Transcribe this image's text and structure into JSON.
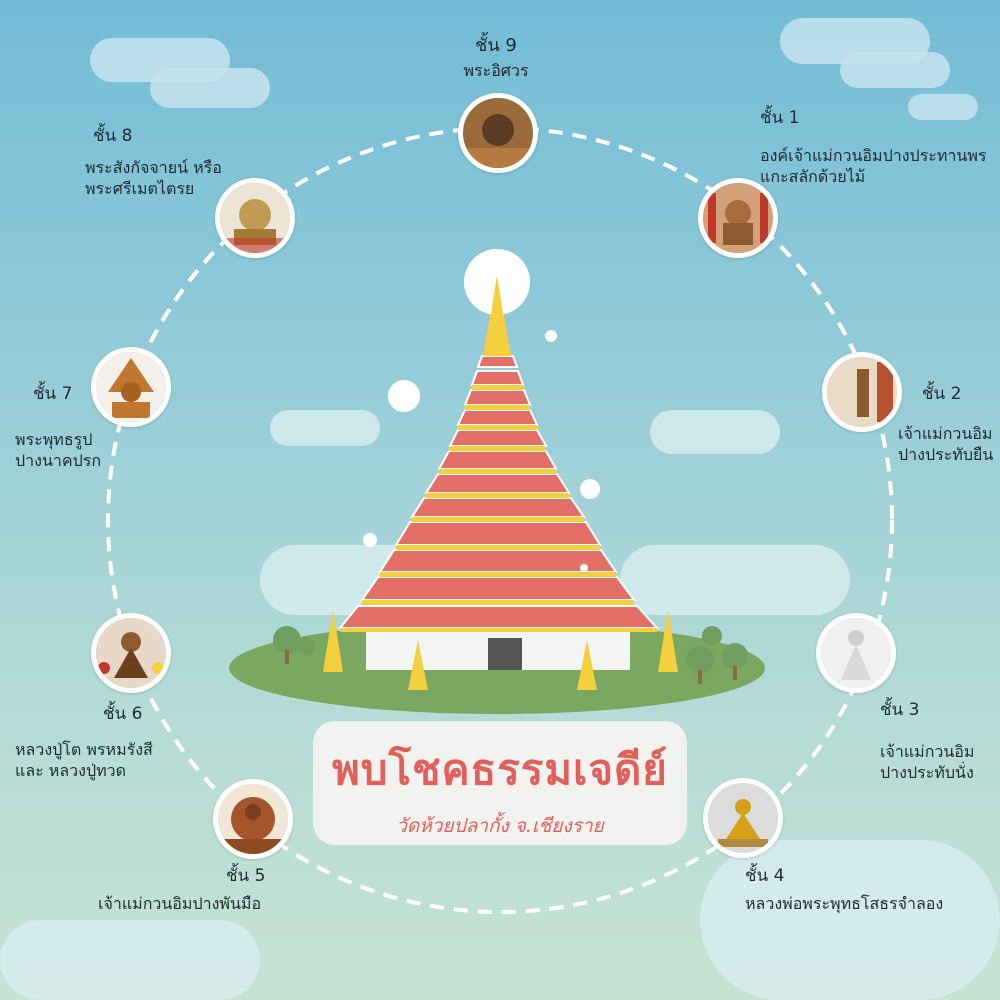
{
  "colors": {
    "accent": "#e2605a",
    "roof": "#e36f68",
    "gold": "#f4d03f",
    "sky": "#72bcd6"
  },
  "title": {
    "main": "พบโชคธรรมเจดีย์",
    "sub": "วัดห้วยปลากั้ง จ.เชียงราย"
  },
  "floors": [
    {
      "num": "ชั้น 1",
      "lines": [
        "องค์เจ้าแม่กวนอิมปางประทานพร",
        "แกะสลักด้วยไม้"
      ]
    },
    {
      "num": "ชั้น 2",
      "lines": [
        "เจ้าแม่กวนอิม",
        "ปางประทับยืน"
      ]
    },
    {
      "num": "ชั้น 3",
      "lines": [
        "เจ้าแม่กวนอิม",
        "ปางประทับนั่ง"
      ]
    },
    {
      "num": "ชั้น 4",
      "lines": [
        "หลวงพ่อพระพุทธโสธรจำลอง"
      ]
    },
    {
      "num": "ชั้น 5",
      "lines": [
        "เจ้าแม่กวนอิมปางพันมือ"
      ]
    },
    {
      "num": "ชั้น 6",
      "lines": [
        "หลวงปู่โต พรหมรังสี",
        "และ หลวงปู่ทวด"
      ]
    },
    {
      "num": "ชั้น 7",
      "lines": [
        "พระพุทธรูป",
        "ปางนาคปรก"
      ]
    },
    {
      "num": "ชั้น 8",
      "lines": [
        "พระสังกัจจายน์ หรือ",
        "พระศรีเมตไตรย"
      ]
    },
    {
      "num": "ชั้น 9",
      "lines": [
        "พระอิศวร"
      ]
    }
  ]
}
